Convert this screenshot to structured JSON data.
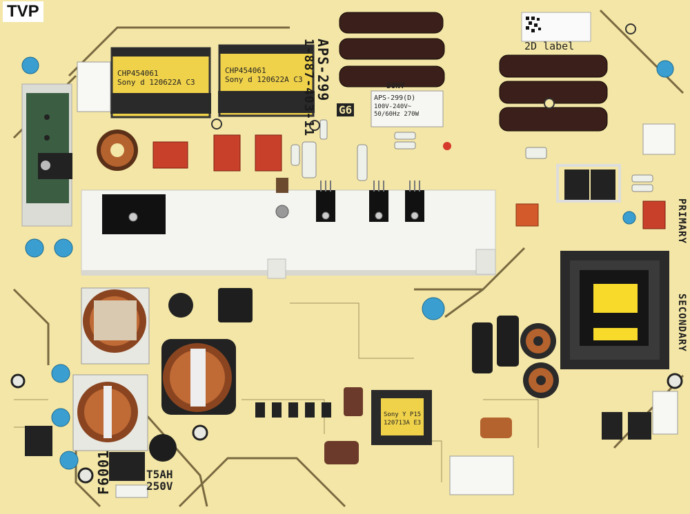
{
  "watermark": "TVP",
  "board": {
    "part_number": "1-887-403-11",
    "model_vertical": "APS-299",
    "generation_mark": "G6",
    "label_2d": "2D label",
    "primary_label": "PRIMARY",
    "secondary_label": "SECONDARY",
    "fuse_label": "F6001",
    "fuse_rating": "T5AH\n250V"
  },
  "transformers": [
    {
      "line1": "CHP454061",
      "line2": "Sony d 120622A C3"
    },
    {
      "line1": "CHP454061",
      "line2": "Sony d 120622A C3"
    }
  ],
  "sony_sticker": {
    "brand": "SONY",
    "model": "APS-299(D)",
    "ratings": "100V-240V~\n50/60Hz 270W"
  },
  "small_transformer": {
    "line1": "Sony Y P15",
    "line2": "120713A E3"
  },
  "colors": {
    "board": "#f3e6a6",
    "heatsink": "#f4f4f0",
    "capacitor_electrolytic": "#3a1f1a",
    "capacitor_film_red": "#c9402a",
    "capacitor_ceramic_blue": "#3a9fd0",
    "transformer_body": "#f0d24a",
    "toroid_copper": "#b4622e"
  }
}
